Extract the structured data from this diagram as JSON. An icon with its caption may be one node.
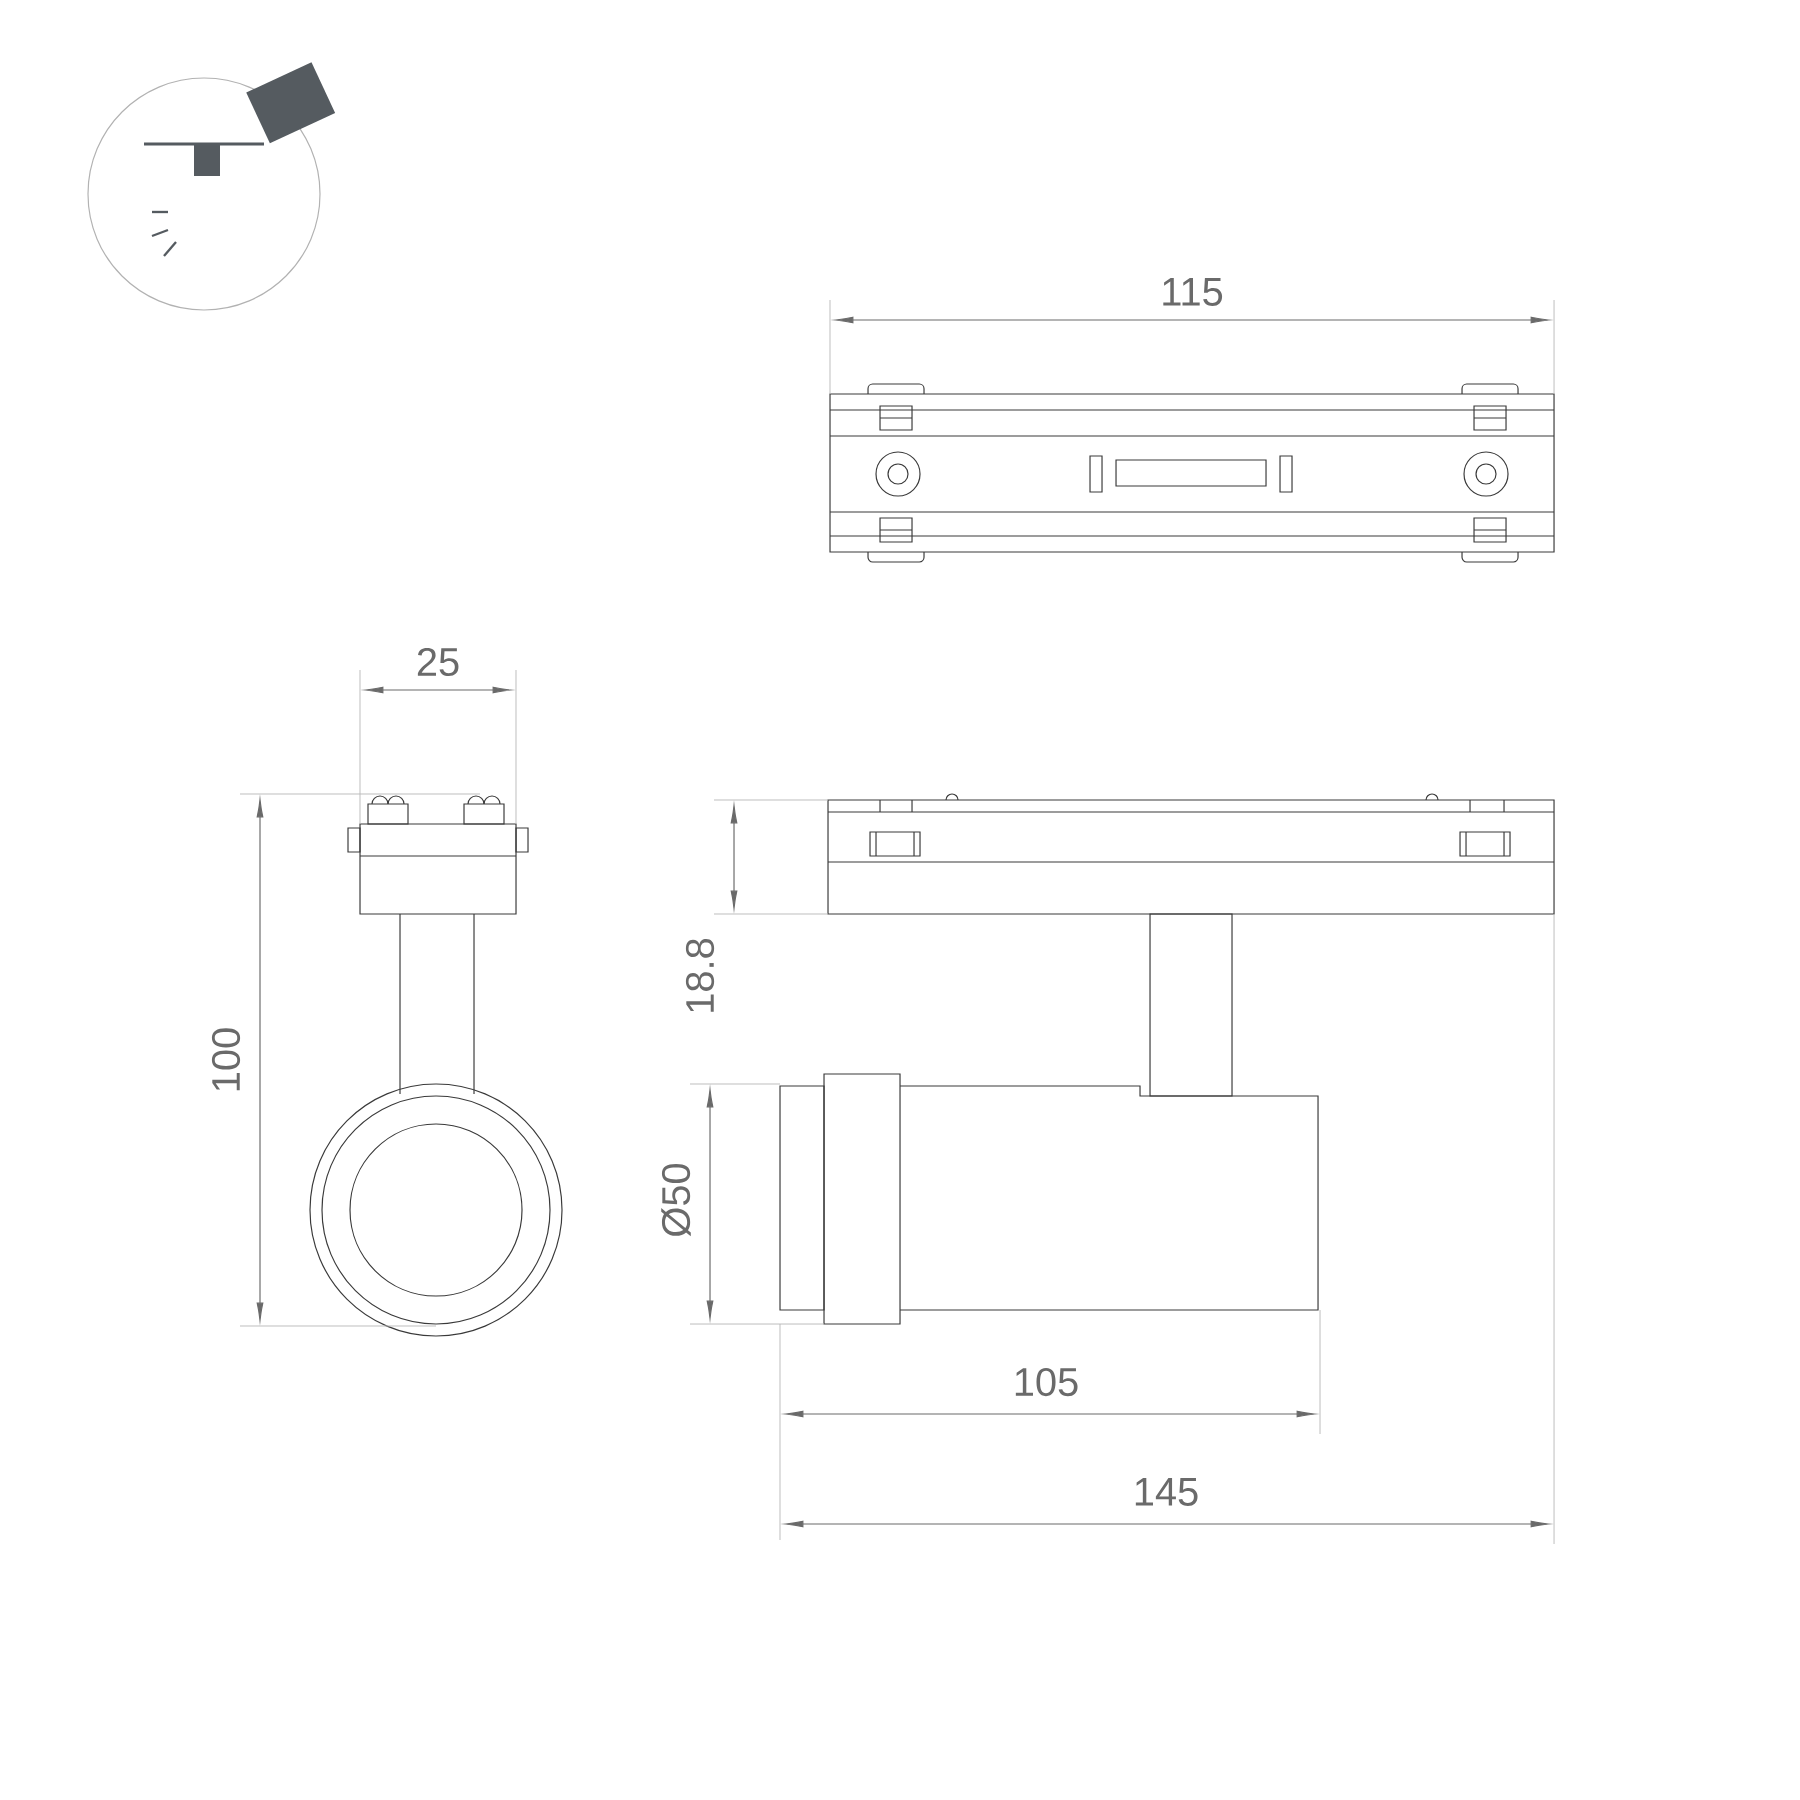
{
  "diagram": {
    "labels": [
      "115",
      "25",
      "100",
      "18.8",
      "Ø50",
      "105",
      "145"
    ]
  }
}
